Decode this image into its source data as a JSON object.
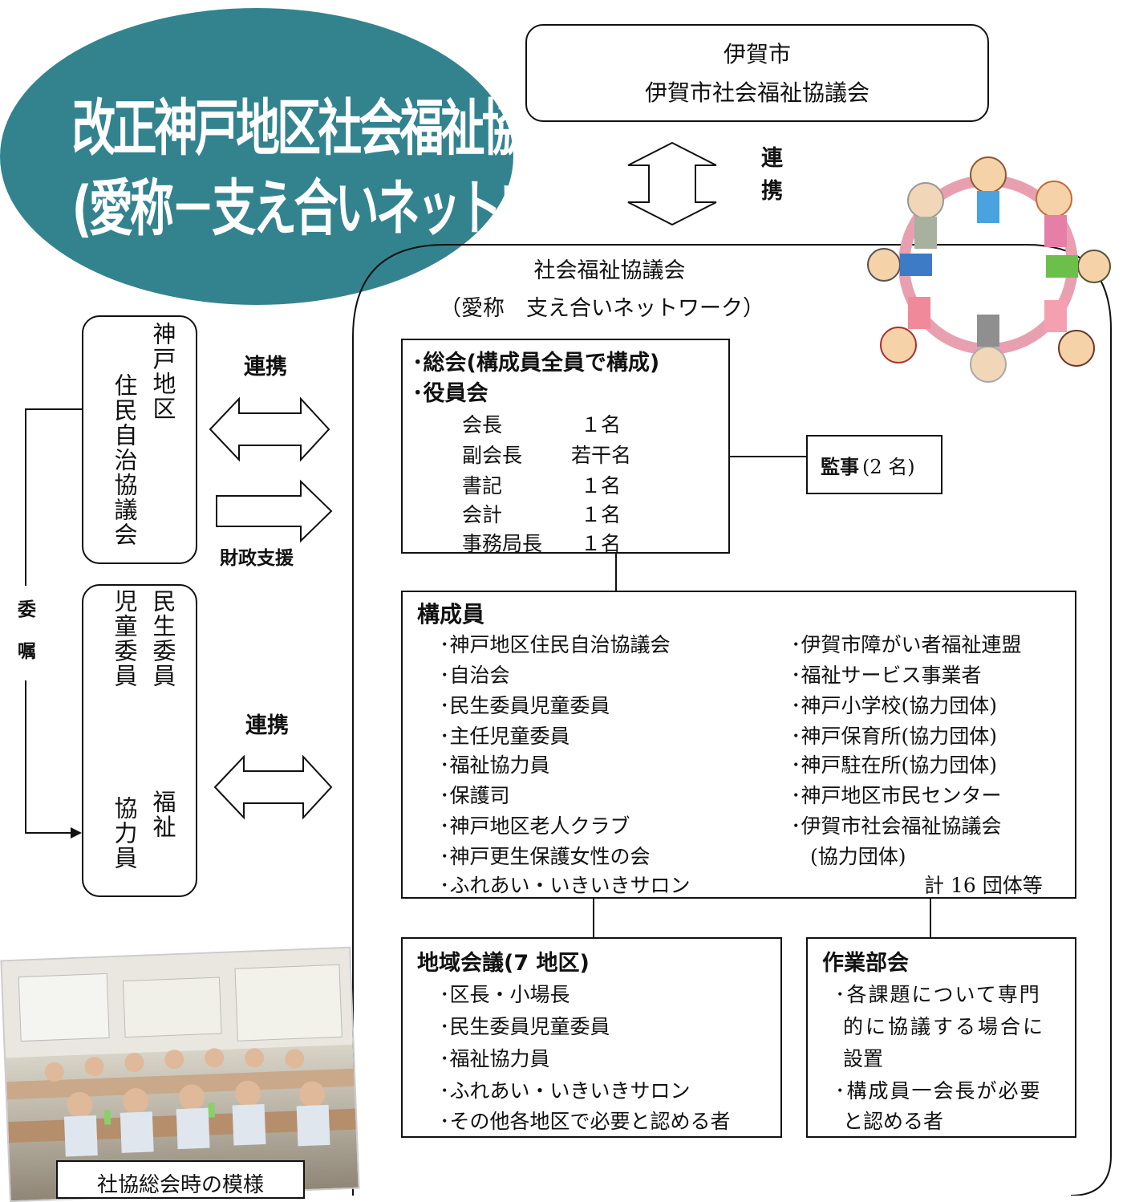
{
  "title": {
    "line1": "改正神戸地区社会福祉協議会",
    "line2": "(愛称－支え合いネットワーク)構成図"
  },
  "iga_box": {
    "line1": "伊賀市",
    "line2": "伊賀市社会福祉協議会"
  },
  "top_link": "連携",
  "council": {
    "line1": "社会福祉協議会",
    "line2": "（愛称　支え合いネットワーク）"
  },
  "exec": {
    "general_meeting": "･総会(構成員全員で構成)",
    "board": "･役員会",
    "roles": [
      {
        "role": "会長",
        "count": "１名"
      },
      {
        "role": "副会長",
        "count": "若干名"
      },
      {
        "role": "書記",
        "count": "１名"
      },
      {
        "role": "会計",
        "count": "１名"
      },
      {
        "role": "事務局長",
        "count": "１名"
      }
    ]
  },
  "auditor": {
    "label": "監事",
    "count": "(2 名)"
  },
  "left_top_box": {
    "col1": "神戸地区",
    "col2": "住民自治協議会"
  },
  "link_upper": "連携",
  "financial_support": "財政支援",
  "commission": {
    "char1": "委",
    "char2": "嘱"
  },
  "left_bottom_box": {
    "col1": "民生委員",
    "col2": "児童委員",
    "col3": "福祉",
    "col4": "協力員"
  },
  "link_lower": "連携",
  "members": {
    "heading": "構成員",
    "left": [
      "･神戸地区住民自治協議会",
      "･自治会",
      "･民生委員児童委員",
      "･主任児童委員",
      "･福祉協力員",
      "･保護司",
      "･神戸地区老人クラブ",
      "･神戸更生保護女性の会",
      "･ふれあい・いきいきサロン"
    ],
    "right": [
      "･伊賀市障がい者福祉連盟",
      "･福祉サービス事業者",
      "･神戸小学校(協力団体)",
      "･神戸保育所(協力団体)",
      "･神戸駐在所(協力団体)",
      "･神戸地区市民センター",
      "･伊賀市社会福祉協議会",
      "(協力団体)"
    ],
    "total": "計 16 団体等"
  },
  "regional": {
    "heading": "地域会議(7 地区)",
    "items": [
      "･区長・小場長",
      "･民生委員児童委員",
      "･福祉協力員",
      "･ふれあい・いきいきサロン",
      "･その他各地区で必要と認める者"
    ]
  },
  "working": {
    "heading": "作業部会",
    "lines": [
      "･各課題について専門",
      "的に協議する場合に",
      "設置",
      "･構成員一会長が必要",
      "と認める者"
    ]
  },
  "photo_caption": "社協総会時の模様",
  "colors": {
    "title_oval": "#33838f",
    "title_text": "#ffffff",
    "stroke": "#111111"
  }
}
